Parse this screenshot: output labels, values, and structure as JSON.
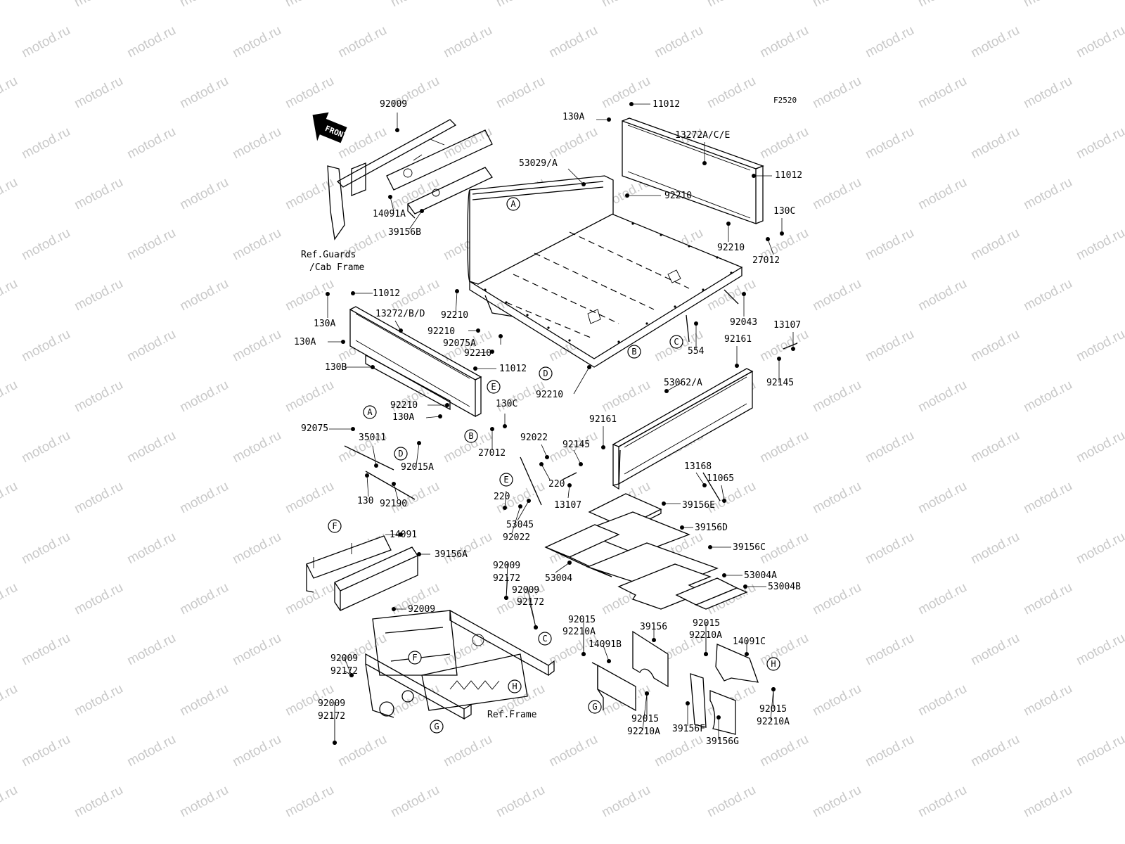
{
  "figure_code": "F2520",
  "watermark": "motod.ru",
  "front_arrow": "FRONT",
  "references": {
    "guards": [
      "Ref.Guards",
      "/Cab Frame"
    ],
    "frame": "Ref.Frame"
  },
  "circle_markers": [
    "A",
    "B",
    "C",
    "D",
    "E",
    "F",
    "G",
    "H"
  ],
  "part_numbers": [
    "92009",
    "11012",
    "130A",
    "13272A/C/E",
    "11012",
    "53029/A",
    "92210",
    "130C",
    "14091A",
    "39156B",
    "92210",
    "27012",
    "11012",
    "130A",
    "13272/B/D",
    "92210",
    "130A",
    "92210",
    "92075A",
    "92043",
    "13107",
    "130B",
    "92210",
    "554",
    "92161",
    "11012",
    "92145",
    "92210",
    "53062/A",
    "92210",
    "130A",
    "130C",
    "92161",
    "92075",
    "35011",
    "27012",
    "92022",
    "92145",
    "92015A",
    "220",
    "13168",
    "11065",
    "130",
    "92190",
    "220",
    "13107",
    "39156E",
    "53045",
    "92022",
    "14091",
    "39156D",
    "39156A",
    "39156C",
    "53004",
    "92009",
    "92172",
    "92009",
    "92172",
    "53004A",
    "53004B",
    "92009",
    "92015",
    "92210A",
    "39156",
    "14091B",
    "92015",
    "92210A",
    "14091C",
    "92009",
    "92172",
    "92009",
    "92172",
    "92015",
    "92210A",
    "92015",
    "92210A",
    "39156F",
    "39156G"
  ]
}
